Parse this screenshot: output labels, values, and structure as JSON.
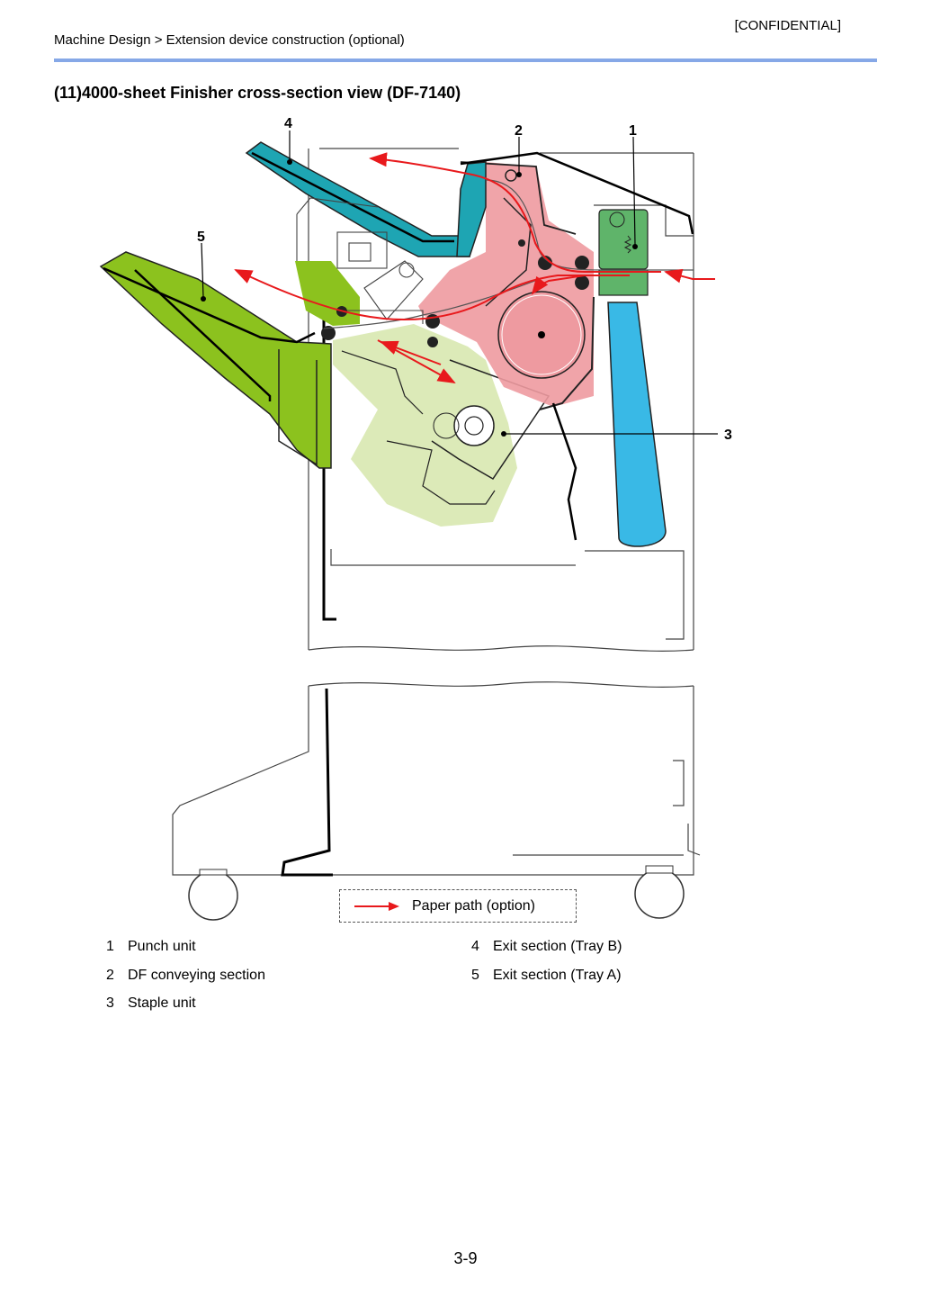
{
  "header": {
    "confidential": "[CONFIDENTIAL]",
    "breadcrumb": "Machine Design > Extension device construction (optional)"
  },
  "section_title": "(11)4000-sheet Finisher cross-section view (DF-7140)",
  "callouts": [
    "1",
    "2",
    "3",
    "4",
    "5"
  ],
  "legend": {
    "label": "Paper path (option)",
    "arrow_color": "#e8191c"
  },
  "colors": {
    "punch_unit": "#5fb46a",
    "df_conveying": "#ee9aa0",
    "staple_unit": "#dceab8",
    "tray_b": "#1ea5b3",
    "tray_a": "#8cc21e",
    "blue_bar": "#39b9e6",
    "header_rule": "#86a8e7"
  },
  "key": [
    {
      "num": "1",
      "label": "Punch unit"
    },
    {
      "num": "2",
      "label": "DF conveying section"
    },
    {
      "num": "3",
      "label": "Staple unit"
    },
    {
      "num": "4",
      "label": "Exit section (Tray B)"
    },
    {
      "num": "5",
      "label": "Exit section (Tray A)"
    }
  ],
  "page_number": "3-9"
}
